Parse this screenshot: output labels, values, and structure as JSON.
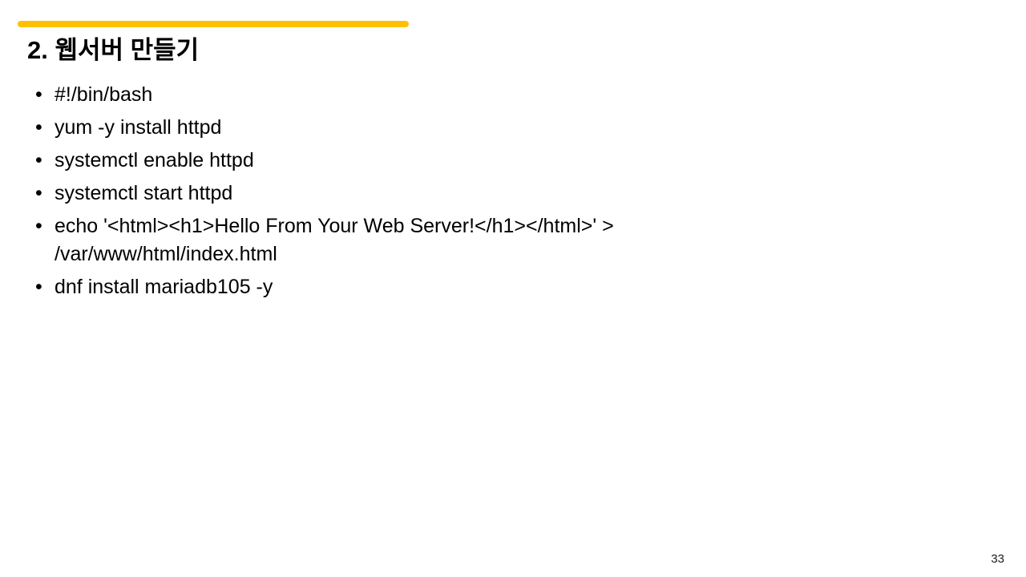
{
  "slide": {
    "accent_color": "#FFC000",
    "title": "2. 웹서버 만들기",
    "bullet_glyph": "•",
    "bullets": [
      "#!/bin/bash",
      "yum -y install httpd",
      "systemctl enable httpd",
      "systemctl start httpd",
      "echo '<html><h1>Hello From Your Web Server!</h1></html>' > /var/www/html/index.html",
      "dnf install mariadb105 -y"
    ],
    "page_number": "33"
  }
}
